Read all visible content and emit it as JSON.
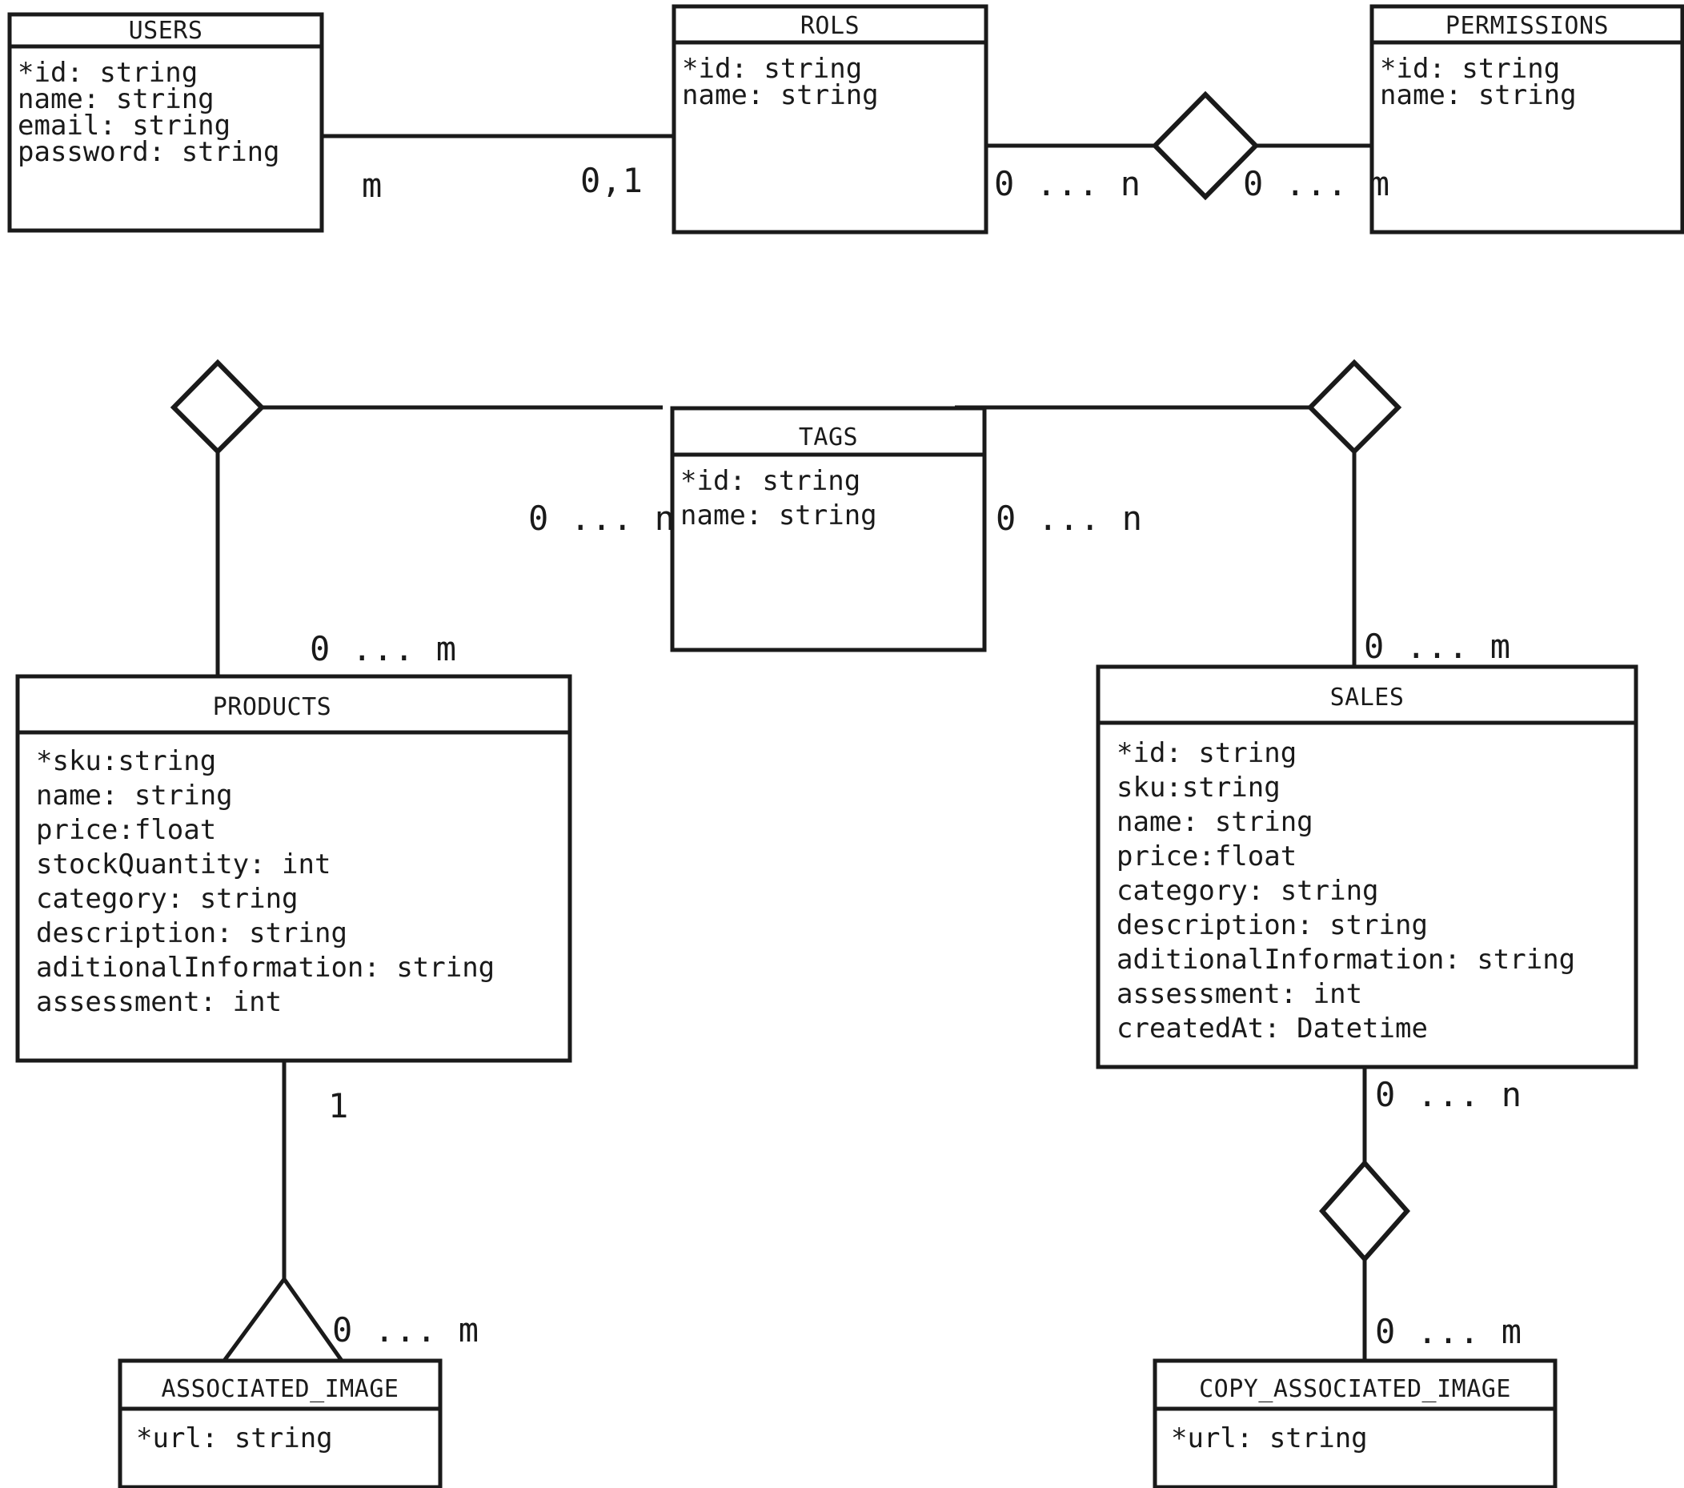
{
  "diagram": {
    "type": "entity-relationship-diagram",
    "notation": "chen-crowsfoot-mixed",
    "background_color": "#ffffff",
    "line_color": "#1a1a1a"
  },
  "entities": {
    "users": {
      "name": "USERS",
      "attributes": [
        "*id: string",
        "name: string",
        "email: string",
        "password: string"
      ]
    },
    "rols": {
      "name": "ROLS",
      "attributes": [
        "*id: string",
        "name: string"
      ]
    },
    "permissions": {
      "name": "PERMISSIONS",
      "attributes": [
        "*id: string",
        "name: string"
      ]
    },
    "tags": {
      "name": "TAGS",
      "attributes": [
        "*id: string",
        "name: string"
      ]
    },
    "products": {
      "name": "PRODUCTS",
      "attributes": [
        "*sku:string",
        "name: string",
        "price:float",
        "stockQuantity: int",
        "category: string",
        "description: string",
        "aditionalInformation: string",
        "assessment: int"
      ]
    },
    "sales": {
      "name": "SALES",
      "attributes": [
        "*id: string",
        "sku:string",
        "name: string",
        "price:float",
        "category: string",
        "description: string",
        "aditionalInformation: string",
        "assessment: int",
        "createdAt: Datetime"
      ]
    },
    "associated_image": {
      "name": "ASSOCIATED_IMAGE",
      "attributes": [
        "*url: string"
      ]
    },
    "copy_associated_image": {
      "name": "COPY_ASSOCIATED_IMAGE",
      "attributes": [
        "*url: string"
      ]
    }
  },
  "cardinalities": {
    "users_to_rols": "m",
    "rols_from_users": "0,1",
    "rols_to_permissions": "0 ... n",
    "permissions_from_rols": "0 ... m",
    "tags_to_products_side": "0 ... n",
    "products_from_tags": "0 ... m",
    "tags_to_sales_side": "0 ... n",
    "sales_from_tags": "0 ... m",
    "products_to_image": "1",
    "image_from_products": "0 ... m",
    "sales_to_copy_image": "0 ... n",
    "copy_image_from_sales": "0 ... m"
  }
}
